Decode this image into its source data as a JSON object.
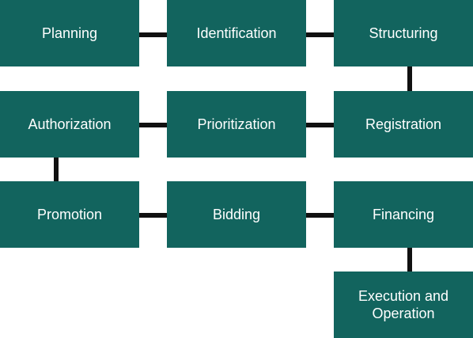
{
  "diagram": {
    "nodes": {
      "planning": "Planning",
      "identification": "Identification",
      "structuring": "Structuring",
      "authorization": "Authorization",
      "prioritization": "Prioritization",
      "registration": "Registration",
      "promotion": "Promotion",
      "bidding": "Bidding",
      "financing": "Financing",
      "execution": "Execution and\nOperation"
    },
    "colors": {
      "box_fill": "#12645e",
      "box_text": "#ffffff",
      "connector": "#111111"
    },
    "edges": [
      [
        "planning",
        "identification"
      ],
      [
        "identification",
        "structuring"
      ],
      [
        "structuring",
        "registration"
      ],
      [
        "registration",
        "prioritization"
      ],
      [
        "prioritization",
        "authorization"
      ],
      [
        "authorization",
        "promotion"
      ],
      [
        "promotion",
        "bidding"
      ],
      [
        "bidding",
        "financing"
      ],
      [
        "financing",
        "execution"
      ]
    ]
  }
}
